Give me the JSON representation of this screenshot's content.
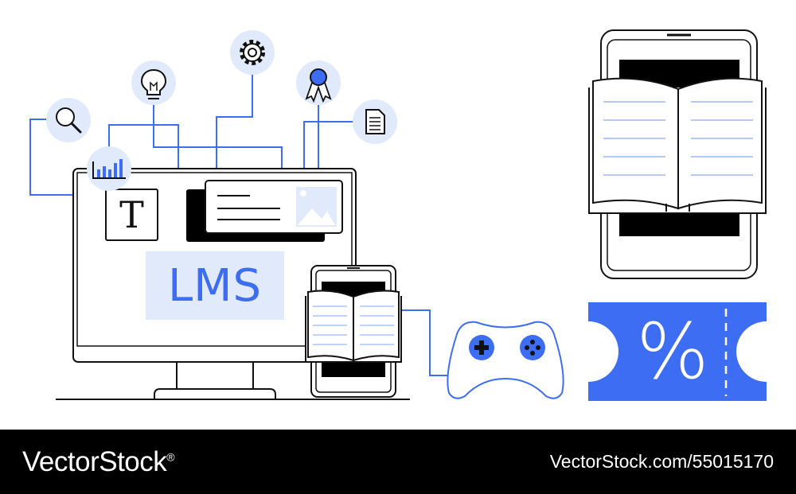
{
  "illustration": {
    "monitor_label": "LMS",
    "text_tile_letter": "T",
    "accent_color": "#3d6df2",
    "light_accent_color": "#e1eafb",
    "coupon_symbol": "%",
    "icons": [
      "search-icon",
      "bar-chart-icon",
      "lightbulb-icon",
      "gear-icon",
      "award-ribbon-icon",
      "document-icon",
      "image-icon",
      "open-book-icon",
      "gamepad-icon",
      "coupon-ticket-icon"
    ]
  },
  "footer": {
    "brand": "VectorStock",
    "reg_mark": "®",
    "stock_id": "VectorStock.com/55015170"
  }
}
